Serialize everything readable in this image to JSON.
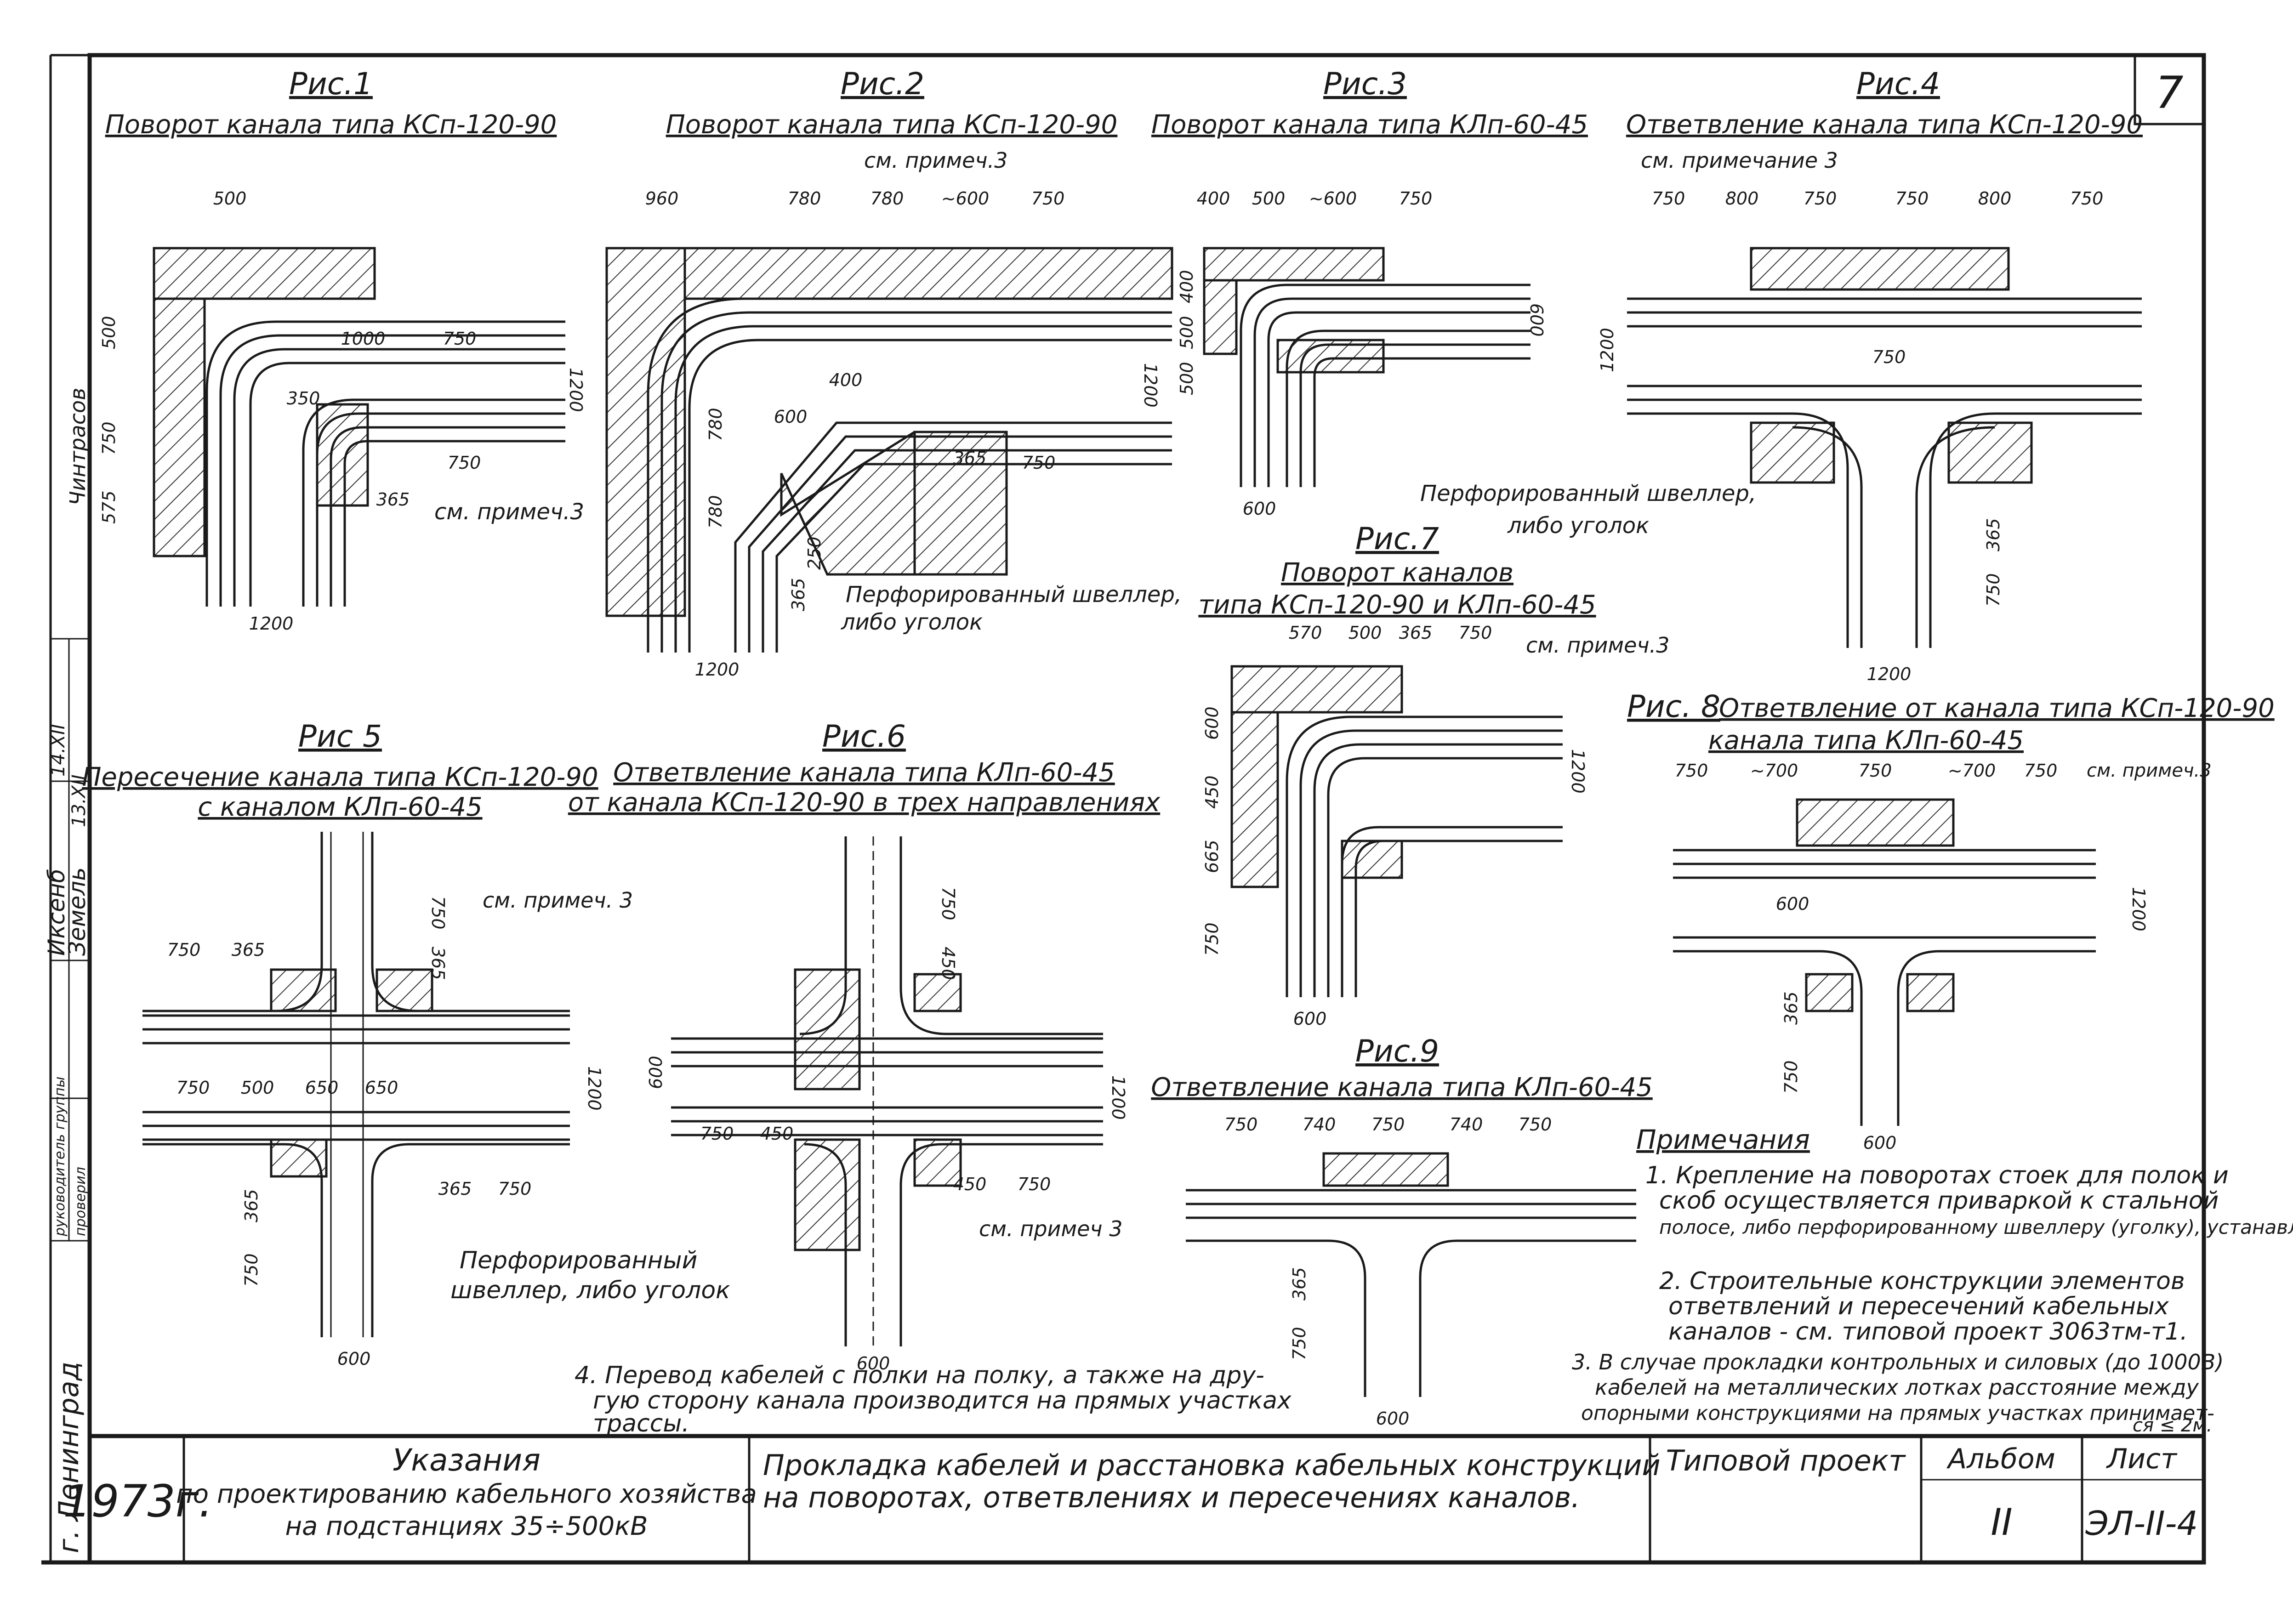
{
  "sheet": {
    "sheet_no": "7",
    "city": "г. Ленинград",
    "year": "1973г.",
    "title_left": [
      "Указания",
      "по проектированию кабельного хозяйства",
      "на подстанциях 35÷500кВ"
    ],
    "title_main": [
      "Прокладка кабелей и расстановка кабельных конструкций",
      "на поворотах, ответвлениях и пересечениях каналов."
    ],
    "project_label": "Типовой проект",
    "album_label": "Альбом",
    "album_value": "II",
    "list_label": "Лист",
    "list_value": "ЭЛ-II-4",
    "side_stamp": {
      "role1": "руководитель группы",
      "role2": "проверил",
      "name1": "Земель",
      "name2": "Иксенб",
      "date1": "13.XII",
      "date2": "14.XII",
      "extra": "Чинтрасов"
    }
  },
  "figures": [
    {
      "id": "fig1",
      "label": "Рис.1",
      "caption": "Поворот канала типа КСп-120-90"
    },
    {
      "id": "fig2",
      "label": "Рис.2",
      "caption": "Поворот канала типа КСп-120-90"
    },
    {
      "id": "fig3",
      "label": "Рис.3",
      "caption": "Поворот канала типа КЛп-60-45"
    },
    {
      "id": "fig4",
      "label": "Рис.4",
      "caption": "Ответвление канала типа КСп-120-90"
    },
    {
      "id": "fig5",
      "label": "Рис 5",
      "caption": "Пересечение канала типа КСп-120-90",
      "caption2": "с каналом КЛп-60-45"
    },
    {
      "id": "fig6",
      "label": "Рис.6",
      "caption": "Ответвление канала типа КЛп-60-45",
      "caption2": "от канала КСп-120-90 в трех направлениях"
    },
    {
      "id": "fig7",
      "label": "Рис.7",
      "caption": "Поворот каналов",
      "caption2": "типа КСп-120-90 и КЛп-60-45"
    },
    {
      "id": "fig8",
      "label": "Рис. 8",
      "caption": "Ответвление от канала типа КСп-120-90",
      "caption2": "канала типа КЛп-60-45"
    },
    {
      "id": "fig9",
      "label": "Рис.9",
      "caption": "Ответвление канала типа КЛп-60-45"
    }
  ],
  "callouts": {
    "see_note3": "см. примеч.3",
    "see_note3_b": "см. примеч. 3",
    "see_note3_c": "см. примечание 3",
    "see_note3_d": "см. примеч 3",
    "see_note3_e": "см. примеч.3",
    "perforated_1": "Перфорированный швеллер,",
    "perforated_2": "либо уголок",
    "perforated_3": "Перфорированный",
    "perforated_4": "швеллер, либо уголок"
  },
  "dims": {
    "fig1": [
      "500",
      "1000",
      "750",
      "350",
      "365",
      "750",
      "1200",
      "500",
      "750",
      "575",
      "1200"
    ],
    "fig2": [
      "960",
      "780",
      "780",
      "~600",
      "750",
      "600",
      "400",
      "780",
      "780",
      "365",
      "750",
      "365",
      "250",
      "1200",
      "1200"
    ],
    "fig3": [
      "400",
      "500",
      "~600",
      "750",
      "400",
      "500",
      "500",
      "600",
      "600"
    ],
    "fig4": [
      "750",
      "800",
      "750",
      "750",
      "800",
      "750",
      "750",
      "1200",
      "365",
      "750",
      "1200"
    ],
    "fig5": [
      "750",
      "365",
      "750",
      "365",
      "750",
      "500",
      "650",
      "650",
      "1200",
      "365",
      "750",
      "365",
      "750",
      "600"
    ],
    "fig6": [
      "750",
      "450",
      "600",
      "1200",
      "750",
      "450",
      "450",
      "750",
      "600"
    ],
    "fig7": [
      "570",
      "500",
      "365",
      "750",
      "600",
      "450",
      "665",
      "750",
      "1200",
      "600"
    ],
    "fig8": [
      "750",
      "~700",
      "750",
      "~700",
      "750",
      "600",
      "1200",
      "365",
      "750",
      "600"
    ],
    "fig9": [
      "750",
      "740",
      "750",
      "740",
      "750",
      "365",
      "750",
      "600"
    ]
  },
  "notes": {
    "header": "Примечания",
    "items": [
      "1. Крепление на поворотах стоек для полок и",
      "скоб осуществляется приваркой к стальной",
      "полосе, либо перфорированному швеллеру (уголку), устанавливаемому по месту.",
      "2. Строительные конструкции элементов",
      "ответвлений и пересечений кабельных",
      "каналов - см. типовой проект 3063тм-т1.",
      "3. В случае прокладки контрольных и силовых (до 1000В)",
      "кабелей на металлических лотках расстояние между",
      "опорными конструкциями на прямых участках принимает-",
      "ся ≤ 2м."
    ],
    "note4": [
      "4. Перевод кабелей с полки на полку, а также на дру-",
      "гую сторону канала производится на прямых участках",
      "трассы."
    ]
  }
}
